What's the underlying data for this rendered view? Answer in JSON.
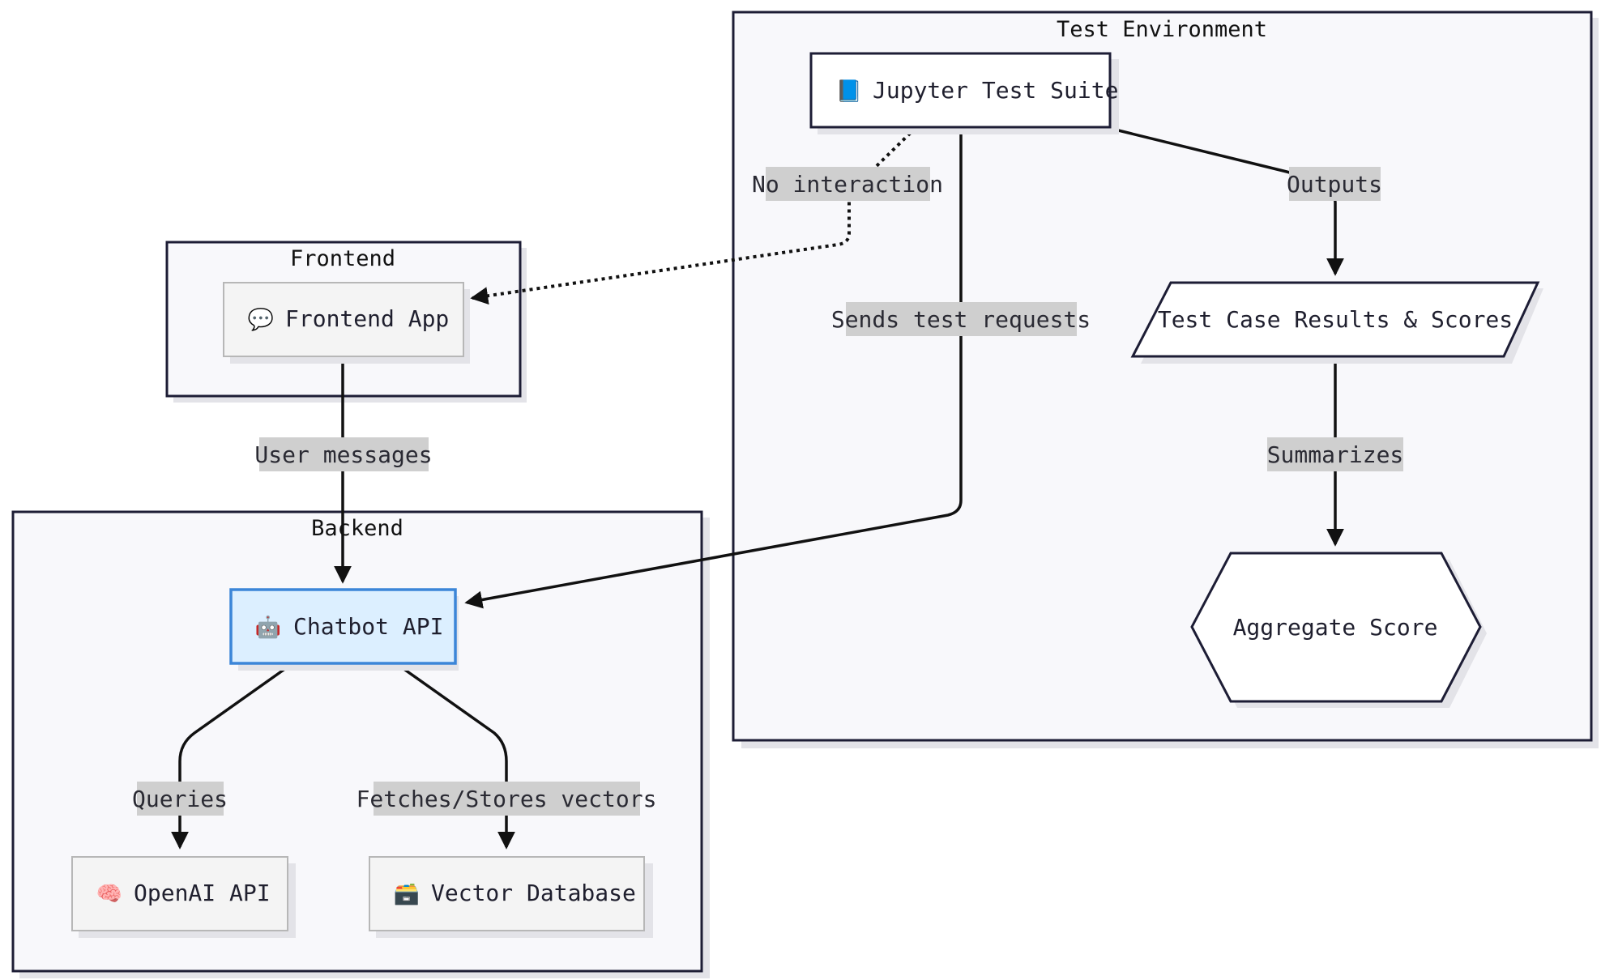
{
  "clusters": {
    "test_env": "Test Environment",
    "frontend": "Frontend",
    "backend": "Backend"
  },
  "nodes": {
    "jupyter": {
      "icon": "📘",
      "label": "Jupyter Test Suite"
    },
    "frontend_app": {
      "icon": "💬",
      "label": "Frontend App"
    },
    "results": {
      "label": "Test Case Results & Scores"
    },
    "aggregate": {
      "label": "Aggregate Score"
    },
    "chatbot": {
      "icon": "🤖",
      "label": "Chatbot API"
    },
    "openai": {
      "icon": "🧠",
      "label": "OpenAI API"
    },
    "vector_db": {
      "icon": "🗃️",
      "label": "Vector Database"
    }
  },
  "edges": {
    "no_interaction": "No interaction",
    "outputs": "Outputs",
    "sends_test_requests": "Sends test requests",
    "summarizes": "Summarizes",
    "user_messages": "User messages",
    "queries": "Queries",
    "fetches_stores": "Fetches/Stores vectors"
  },
  "colors": {
    "cluster_fill": "#f8f8fb",
    "cluster_stroke": "#1d1d35",
    "chatbot_fill": "#dcefff",
    "chatbot_stroke": "#3c86d8",
    "edge_label_bg": "#cfcfcf"
  }
}
